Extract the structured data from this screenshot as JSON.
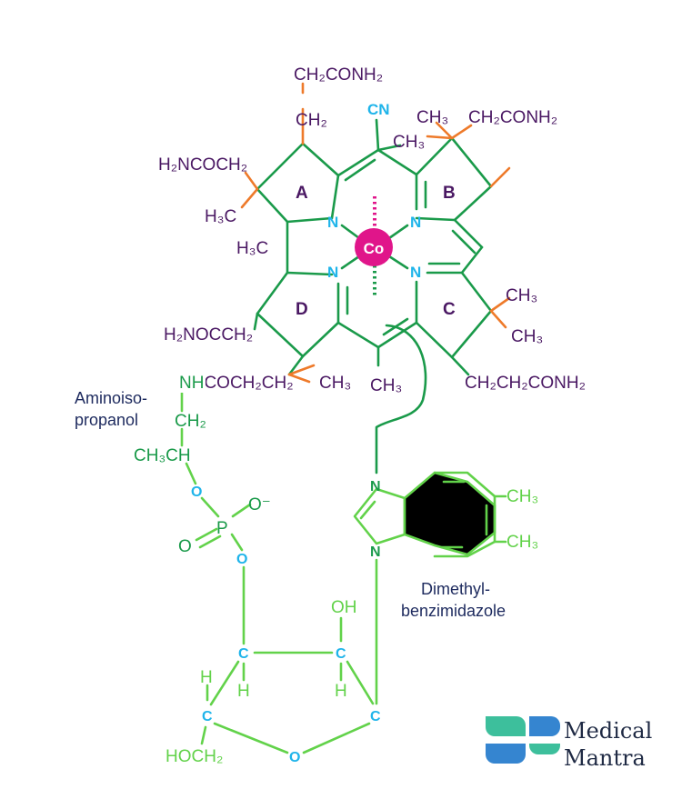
{
  "colors": {
    "purple": "#4a1863",
    "green": "#1a9a4a",
    "lightgreen": "#62d24a",
    "cyan": "#1fb4ea",
    "orange": "#ee7a2a",
    "magenta": "#e0158a",
    "navy": "#1d2a5e",
    "logo_teal": "#3dbf9c",
    "logo_blue": "#3585d0"
  },
  "corrin": {
    "ring_labels": {
      "a": "A",
      "b": "B",
      "c": "C",
      "d": "D"
    },
    "nitrogen": "N",
    "cobalt": "Co",
    "cyano": "CN"
  },
  "substituents": {
    "top_ch2conh2": "CH₂CONH₂",
    "top_ch2": "CH₂",
    "ch3_center": "CH₃",
    "ch3_b": "CH₃",
    "ch2conh2_b": "CH₂CONH₂",
    "h2ncoch2": "H₂NCOCH₂",
    "h3c_a": "H₃C",
    "h3c_d": "H₃C",
    "ch3_c1": "CH₃",
    "ch3_c2": "CH₃",
    "h2nocch2": "H₂NOCCH₂",
    "nhcoch2ch2": "NHCOCH₂CH₂",
    "ch3_bottom1": "CH₃",
    "ch3_bottom2": "CH₃",
    "ch2ch2conh2": "CH₂CH₂CONH₂"
  },
  "aminoisopropanol": {
    "label_line1": "Aminoiso-",
    "label_line2": "propanol",
    "ch2": "CH₂",
    "ch3ch": "CH₃CH"
  },
  "phosphate": {
    "o": "O",
    "p": "P",
    "o_minus": "O⁻",
    "o_double": "O"
  },
  "benzimidazole": {
    "label_line1": "Dimethyl-",
    "label_line2": "benzimidazole",
    "n": "N",
    "ch3": "CH₃"
  },
  "ribose": {
    "c": "C",
    "h": "H",
    "oh": "OH",
    "o": "O",
    "hoch2": "HOCH₂"
  },
  "logo": {
    "line1": "Medical",
    "line2": "Mantra"
  }
}
